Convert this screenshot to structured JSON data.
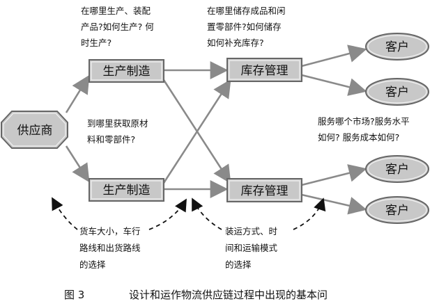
{
  "nodes": {
    "supplier": "供应商",
    "production_top": "生产制造",
    "production_bottom": "生产制造",
    "inventory_top": "库存管理",
    "inventory_bottom": "库存管理",
    "customer_1": "客户",
    "customer_2": "客户",
    "customer_3": "客户",
    "customer_4": "客户"
  },
  "notes": {
    "production_question": [
      "在哪里生产、装配",
      "产品?如何生产? 何",
      "时生产?"
    ],
    "inventory_question": [
      "在哪里储存成品和闲",
      "置零部件?如何储存",
      "如何补充库存?"
    ],
    "sourcing_question": [
      "到哪里获取原材",
      "料和零部件?"
    ],
    "service_question": [
      "服务哪个市场?服务水平",
      "如何? 服务成本如何?"
    ],
    "truck_question": [
      "货车大小，车行",
      "路线和出货路线",
      "的选择"
    ],
    "shipping_question": [
      "装运方式、时",
      "间和运输模式",
      "的选择"
    ]
  },
  "caption": {
    "figure_label": "图 3",
    "title": "设计和运作物流供应链过程中出现的基本问"
  },
  "colors": {
    "node_fill": "#c8c8c8",
    "node_border": "#666666",
    "node_inner_border": "#f2f2f2",
    "arrow": "#8a8a8a",
    "dashed_arrow": "#111111",
    "text": "#111111",
    "background": "#ffffff"
  }
}
